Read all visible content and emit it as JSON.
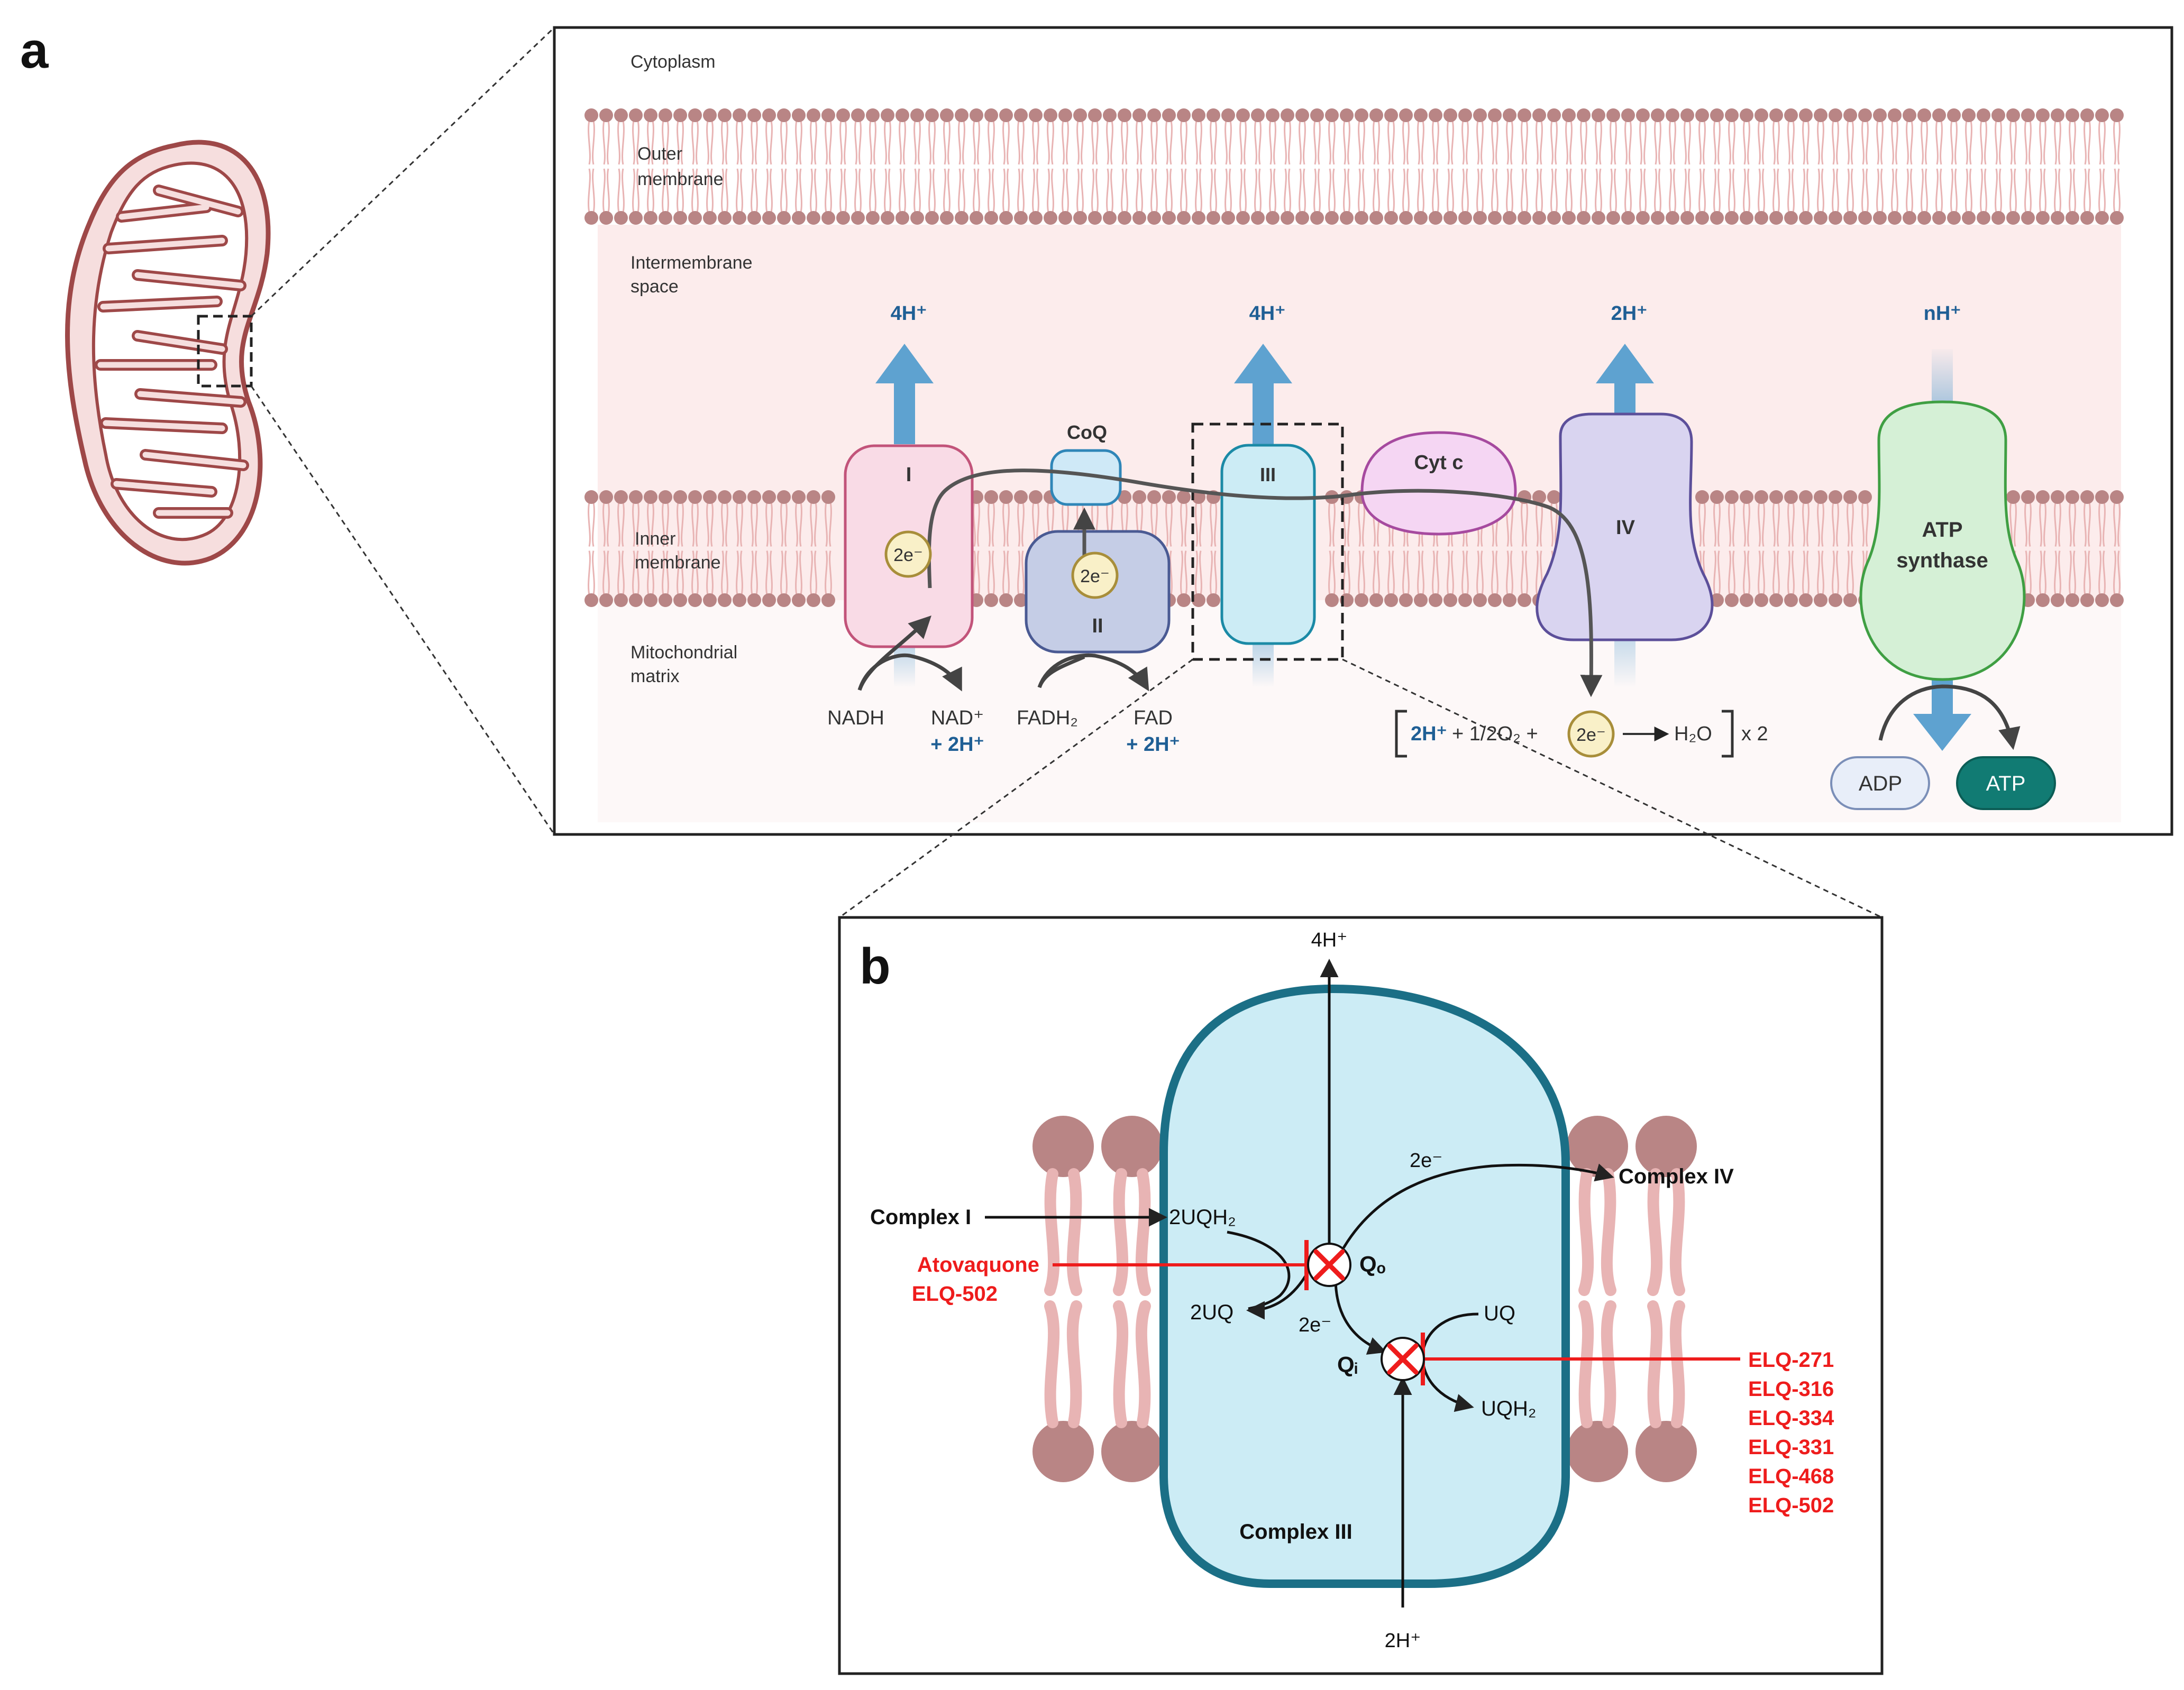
{
  "panels": {
    "a": "a",
    "b": "b"
  },
  "regions": {
    "cytoplasm": "Cytoplasm",
    "outer_1": "Outer",
    "outer_2": "membrane",
    "ims_1": "Intermembrane",
    "ims_2": "space",
    "inner_1": "Inner",
    "inner_2": "membrane",
    "matrix_1": "Mitochondrial",
    "matrix_2": "matrix"
  },
  "complexes": {
    "c1": "I",
    "c2": "II",
    "c3": "III",
    "c4": "IV",
    "coq": "CoQ",
    "cytc": "Cyt c",
    "atp_1": "ATP",
    "atp_2": "synthase"
  },
  "protons": {
    "p1": "4H⁺",
    "p3": "4H⁺",
    "p4": "2H⁺",
    "p5": "nH⁺"
  },
  "electrons": {
    "e": "2e⁻"
  },
  "substrates": {
    "nadh": "NADH",
    "nad": "NAD⁺",
    "nad_h": "+ 2H⁺",
    "fadh2": "FADH₂",
    "fad": "FAD",
    "fad_h": "+ 2H⁺"
  },
  "reaction": {
    "h": "2H⁺",
    "o2": "+ 1/2O₂ +",
    "e": "2e⁻",
    "water": "H₂O",
    "times": "x 2"
  },
  "atp": {
    "adp": "ADP",
    "atp": "ATP"
  },
  "b": {
    "top_h": "4H⁺",
    "bottom_h": "2H⁺",
    "complex1": "Complex I",
    "complex4": "Complex IV",
    "complex3": "Complex III",
    "uqh2_2": "2UQH₂",
    "uq_2": "2UQ",
    "e_top": "2e⁻",
    "e_mid": "2e⁻",
    "qo": "Qₒ",
    "qi": "Qᵢ",
    "uq": "UQ",
    "uqh2": "UQH₂",
    "inhib_left": [
      "Atovaquone",
      "ELQ-502"
    ],
    "inhib_right": [
      "ELQ-271",
      "ELQ-316",
      "ELQ-334",
      "ELQ-331",
      "ELQ-468",
      "ELQ-502"
    ]
  },
  "colors": {
    "membrane_head": "#b98585",
    "membrane_tail": "#e8b4b4",
    "ims": "#fcecec",
    "proton_arrow": "#5ea2d0",
    "proton_text": "#1f5f95",
    "inhibitor": "#ee1c1c",
    "complex3_fill": "#ccecf5",
    "complex3_stroke": "#1b6f86"
  }
}
